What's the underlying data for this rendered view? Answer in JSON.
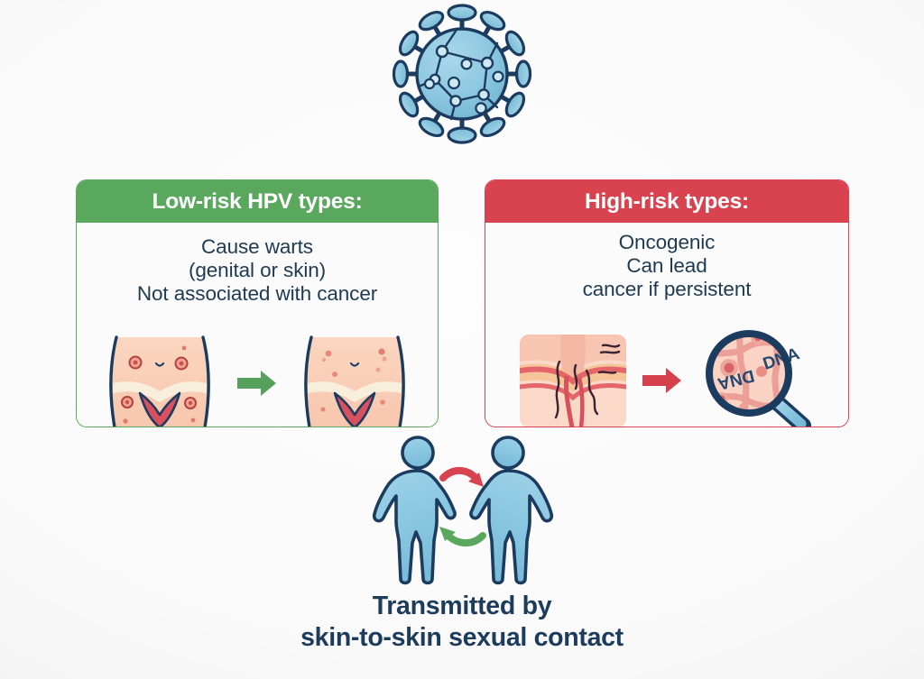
{
  "theme": {
    "background": "#f6f6f7",
    "text_dark": "#1e3a52",
    "caption_color": "#1d3c5c",
    "low_risk_color": "#59a85d",
    "high_risk_color": "#d8434f",
    "virus_body": "#86c5dd",
    "virus_outline": "#1b3b5f",
    "person_body": "#8cc9e3",
    "person_outline": "#1b3b5f",
    "skin_light": "#fbd9c4",
    "skin_mid": "#f6c0a8",
    "tissue_red": "#e4656a",
    "panel_bg": "#fbfbfb"
  },
  "virus": {
    "label": "hpv-virus-particle",
    "spike_count": 12,
    "capsomere_dots": 5
  },
  "panels": [
    {
      "id": "low-risk",
      "header": "Low-risk HPV types:",
      "accent": "#59a85d",
      "lines": [
        "Cause warts",
        "(genital or skin)",
        "Not associated with cancer"
      ],
      "illustration": {
        "left": "pelvis-with-warts",
        "arrow": "green-right-arrow",
        "right": "pelvis-healing-warts"
      }
    },
    {
      "id": "high-risk",
      "header": "High-risk types:",
      "accent": "#d8434f",
      "lines": [
        "Oncogenic",
        "Can lead",
        "cancer if persistent"
      ],
      "illustration": {
        "left": "tissue-cross-section",
        "arrow": "red-right-arrow",
        "right": "magnifier-cells-dna",
        "magnifier_labels": [
          "DNA",
          "DNA"
        ]
      }
    }
  ],
  "transmission": {
    "left_person": "person-figure-left",
    "right_person": "person-figure-right",
    "arrow_top": "red-arrow-left-to-right",
    "arrow_bottom": "green-arrow-right-to-left",
    "caption_lines": [
      "Transmitted by",
      "skin-to-skin sexual contact"
    ]
  }
}
